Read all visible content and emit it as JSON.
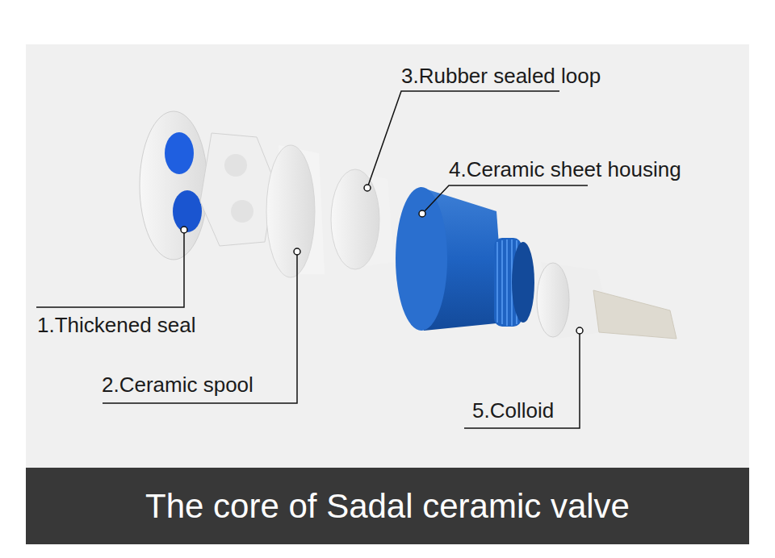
{
  "diagram": {
    "caption": "The core of Sadal ceramic valve",
    "labels": [
      "3.Rubber sealed loop",
      "4.Ceramic sheet housing",
      "1.Thickened seal",
      "2.Ceramic spool",
      "5.Colloid"
    ]
  }
}
